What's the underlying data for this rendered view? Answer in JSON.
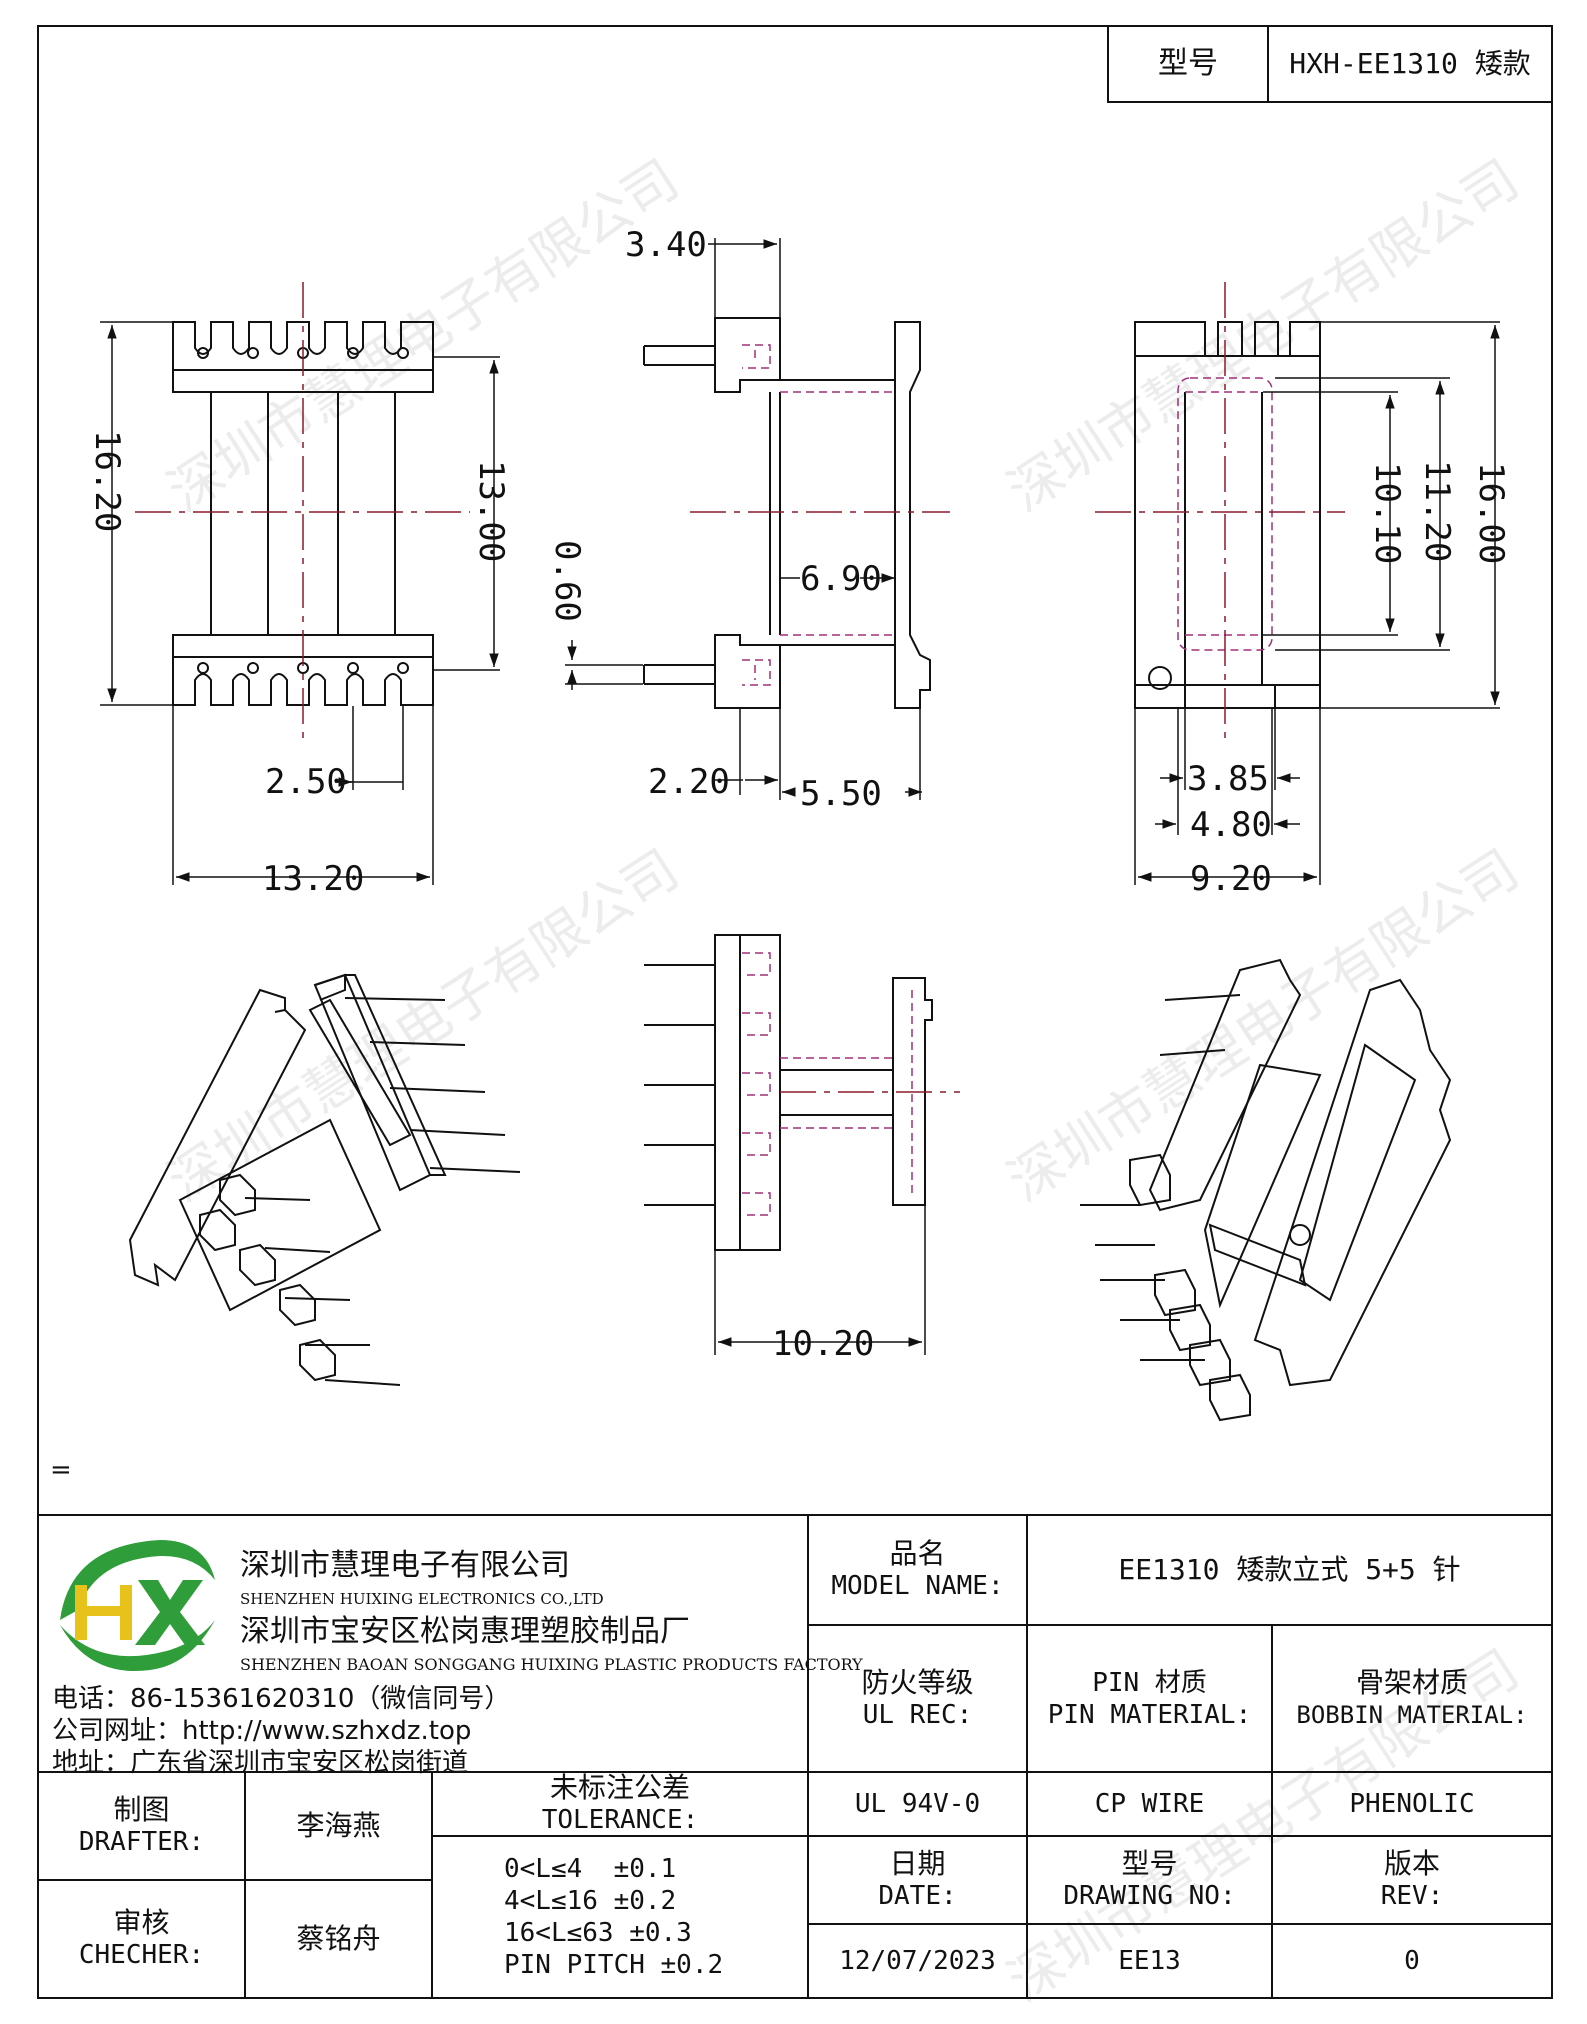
{
  "header": {
    "model_label": "型号",
    "model_value": "HXH-EE1310 矮款"
  },
  "dimensions": {
    "d_3_40": "3.40",
    "d_16_20": "16.20",
    "d_13_00": "13.00",
    "d_0_60": "0.60",
    "d_6_90": "6.90",
    "d_11_20": "11.20",
    "d_10_10": "10.10",
    "d_16_00": "16.00",
    "d_2_50": "2.50",
    "d_13_20": "13.20",
    "d_2_20": "2.20",
    "d_5_50": "5.50",
    "d_3_85": "3.85",
    "d_4_80": "4.80",
    "d_9_20": "9.20",
    "d_10_20": "10.20"
  },
  "watermark": "深圳市慧理电子有限公司",
  "stray_mark": "=",
  "company": {
    "name_cn": "深圳市慧理电子有限公司",
    "name_en": "SHENZHEN HUIXING ELECTRONICS CO.,LTD",
    "factory_cn": "深圳市宝安区松岗惠理塑胶制品厂",
    "factory_en": "SHENZHEN BAOAN SONGGANG HUIXING PLASTIC PRODUCTS FACTORY",
    "phone": "电话：86-15361620310（微信同号）",
    "website": "公司网址：http://www.szhxdz.top",
    "address": "地址：广东省深圳市宝安区松岗街道"
  },
  "title_block": {
    "model_name_cn": "品名",
    "model_name_en": "MODEL NAME:",
    "model_name_value": "EE1310 矮款立式 5+5 针",
    "fire_cn": "防火等级",
    "fire_en": "UL REC:",
    "pin_cn": "PIN 材质",
    "pin_en": "PIN MATERIAL:",
    "bobbin_cn": "骨架材质",
    "bobbin_en": "BOBBIN MATERIAL:",
    "fire_value": "UL 94V-0",
    "pin_value": "CP WIRE",
    "bobbin_value": "PHENOLIC",
    "drafter_cn": "制图",
    "drafter_en": "DRAFTER:",
    "drafter_name": "李海燕",
    "checker_cn": "审核",
    "checker_en": "CHECHER:",
    "checker_name": "蔡铭舟",
    "tolerance_cn": "未标注公差",
    "tolerance_en": "TOLERANCE:",
    "tolerances": [
      "0<L≤4  ±0.1",
      "4<L≤16 ±0.2",
      "16<L≤63 ±0.3",
      "PIN PITCH ±0.2"
    ],
    "date_cn": "日期",
    "date_en": "DATE:",
    "date_value": "12/07/2023",
    "drawing_cn": "型号",
    "drawing_en": "DRAWING NO:",
    "drawing_value": "EE13",
    "rev_cn": "版本",
    "rev_en": "REV:",
    "rev_value": "0"
  },
  "colors": {
    "line": "#111111",
    "center_line": "#8b1a2b",
    "hidden_line": "#a0307a",
    "logo_green": "#2e9d3a",
    "logo_yellow": "#e6c21a"
  }
}
